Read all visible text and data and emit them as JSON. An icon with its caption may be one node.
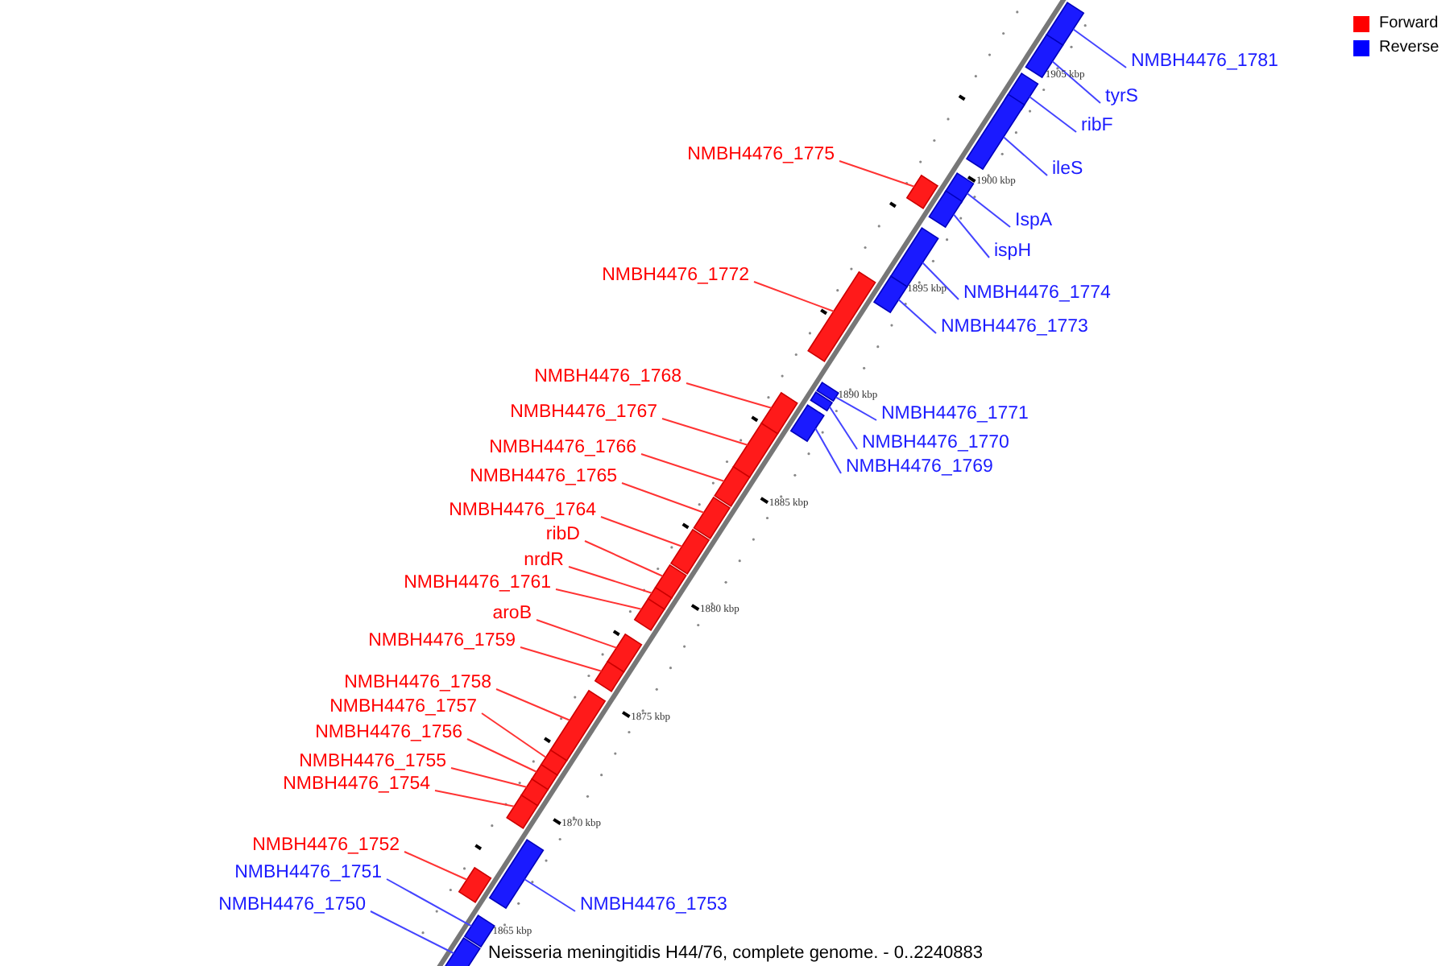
{
  "diagram": {
    "caption": "Neisseria meningitidis H44/76, complete genome. - 0..2240883",
    "nodes": [
      {
        "text": [
          "NMBH4476_1781"
        ]
      },
      {
        "text": [
          "tyrS"
        ]
      },
      {
        "text": [
          "ribF"
        ]
      },
      {
        "text": [
          "NMBH4476_1775"
        ]
      },
      {
        "text": [
          "ileS"
        ]
      },
      {
        "text": [
          "IspA"
        ]
      },
      {
        "text": [
          "ispH"
        ]
      },
      {
        "text": [
          "NMBH4476_1772"
        ]
      },
      {
        "text": [
          "NMBH4476_1774"
        ]
      },
      {
        "text": [
          "NMBH4476_1773"
        ]
      },
      {
        "text": [
          "NMBH4476_1768"
        ]
      },
      {
        "text": [
          "NMBH4476_1767"
        ]
      },
      {
        "text": [
          "NMBH4476_1771"
        ]
      },
      {
        "text": [
          "NMBH4476_1770"
        ]
      },
      {
        "text": [
          "NMBH4476_1766"
        ]
      },
      {
        "text": [
          "NMBH4476_1769"
        ]
      },
      {
        "text": [
          "NMBH4476_1765"
        ]
      },
      {
        "text": [
          "NMBH4476_1764"
        ]
      },
      {
        "text": [
          "ribD"
        ]
      },
      {
        "text": [
          "nrdR"
        ]
      },
      {
        "text": [
          "NMBH4476_1761"
        ]
      },
      {
        "text": [
          "aroB"
        ]
      },
      {
        "text": [
          "NMBH4476_1759"
        ]
      },
      {
        "text": [
          "NMBH4476_1758"
        ]
      },
      {
        "text": [
          "NMBH4476_1757"
        ]
      },
      {
        "text": [
          "NMBH4476_1756"
        ]
      },
      {
        "text": [
          "NMBH4476_1755"
        ]
      },
      {
        "text": [
          "NMBH4476_1754"
        ]
      },
      {
        "text": [
          "NMBH4476_1752"
        ]
      },
      {
        "text": [
          "NMBH4476_1751"
        ]
      },
      {
        "text": [
          "NMBH4476_1750"
        ]
      },
      {
        "text": [
          "NMBH4476_1753"
        ]
      },
      {
        "text": [],
        "shape": "bar"
      },
      {
        "text": [],
        "shape": "bar"
      },
      {
        "text": [],
        "shape": "bar"
      },
      {
        "text": [],
        "shape": "bar"
      },
      {
        "text": [],
        "shape": "bar"
      },
      {
        "text": [],
        "shape": "bar"
      },
      {
        "text": [],
        "shape": "bar"
      },
      {
        "text": [],
        "shape": "bar"
      },
      {
        "text": [],
        "shape": "bar"
      },
      {
        "text": [],
        "shape": "bar"
      },
      {
        "text": [],
        "shape": "bar"
      },
      {
        "text": [],
        "shape": "bar"
      },
      {
        "text": [],
        "shape": "bar"
      },
      {
        "text": [],
        "shape": "bar"
      },
      {
        "text": [],
        "shape": "bar"
      },
      {
        "text": [],
        "shape": "bar"
      },
      {
        "text": [],
        "shape": "bar"
      },
      {
        "text": [],
        "shape": "bar"
      },
      {
        "text": [],
        "shape": "bar"
      },
      {
        "text": [],
        "shape": "bar"
      },
      {
        "text": [],
        "shape": "bar"
      },
      {
        "text": [],
        "shape": "bar"
      },
      {
        "text": [],
        "shape": "bar"
      },
      {
        "text": [],
        "shape": "bar"
      },
      {
        "text": [],
        "shape": "bar"
      },
      {
        "text": [],
        "shape": "bar"
      },
      {
        "text": [],
        "shape": "bar"
      },
      {
        "text": [],
        "shape": "bar"
      },
      {
        "text": [],
        "shape": "bar"
      },
      {
        "text": [],
        "shape": "bar"
      },
      {
        "text": [],
        "shape": "bar"
      },
      {
        "text": [],
        "shape": "bar"
      }
    ],
    "edges": [
      {
        "from": 0,
        "to": 32,
        "arrow": "none",
        "color": "#4444ff"
      },
      {
        "from": 1,
        "to": 33,
        "arrow": "none",
        "color": "#4444ff"
      },
      {
        "from": 2,
        "to": 34,
        "arrow": "none",
        "color": "#4444ff"
      },
      {
        "from": 3,
        "to": 35,
        "arrow": "none"
      },
      {
        "from": 4,
        "to": 36,
        "arrow": "none",
        "color": "#4444ff"
      },
      {
        "from": 5,
        "to": 37,
        "arrow": "none",
        "color": "#4444ff"
      },
      {
        "from": 6,
        "to": 38,
        "arrow": "none",
        "color": "#4444ff"
      },
      {
        "from": 7,
        "to": 39,
        "arrow": "none"
      },
      {
        "from": 8,
        "to": 40,
        "arrow": "none",
        "color": "#4444ff"
      },
      {
        "from": 9,
        "to": 41,
        "arrow": "none",
        "color": "#4444ff"
      },
      {
        "from": 10,
        "to": 42,
        "arrow": "none"
      },
      {
        "from": 11,
        "to": 43,
        "arrow": "none"
      },
      {
        "from": 12,
        "to": 44,
        "arrow": "none",
        "color": "#4444ff"
      },
      {
        "from": 13,
        "to": 45,
        "arrow": "none",
        "color": "#4444ff"
      },
      {
        "from": 14,
        "to": 46,
        "arrow": "none"
      },
      {
        "from": 15,
        "to": 47,
        "arrow": "none",
        "color": "#4444ff"
      },
      {
        "from": 16,
        "to": 48,
        "arrow": "none"
      },
      {
        "from": 17,
        "to": 49,
        "arrow": "none"
      },
      {
        "from": 18,
        "to": 50,
        "arrow": "none"
      },
      {
        "from": 19,
        "to": 51,
        "arrow": "none"
      },
      {
        "from": 20,
        "to": 52,
        "arrow": "none"
      },
      {
        "from": 21,
        "to": 53,
        "arrow": "none"
      },
      {
        "from": 22,
        "to": 54,
        "arrow": "none"
      },
      {
        "from": 23,
        "to": 55,
        "arrow": "none"
      },
      {
        "from": 24,
        "to": 56,
        "arrow": "none"
      },
      {
        "from": 25,
        "to": 57,
        "arrow": "none"
      },
      {
        "from": 26,
        "to": 58,
        "arrow": "none"
      },
      {
        "from": 27,
        "to": 59,
        "arrow": "none"
      },
      {
        "from": 28,
        "to": 60,
        "arrow": "none"
      },
      {
        "from": 29,
        "to": 61,
        "arrow": "none",
        "color": "#4444ff"
      },
      {
        "from": 30,
        "to": 62,
        "arrow": "none",
        "color": "#4444ff"
      },
      {
        "from": 31,
        "to": 63,
        "arrow": "none",
        "color": "#4444ff"
      }
    ],
    "labels": [
      "1905 kbp",
      "1900 kbp",
      "1895 kbp",
      "1890 kbp",
      "1885 kbp",
      "1880 kbp",
      "1875 kbp",
      "1870 kbp",
      "1865 kbp"
    ],
    "legend": [
      {
        "text": "Forward",
        "color": "#ff0000"
      },
      {
        "text": "Reverse",
        "color": "#0000ff"
      }
    ]
  }
}
